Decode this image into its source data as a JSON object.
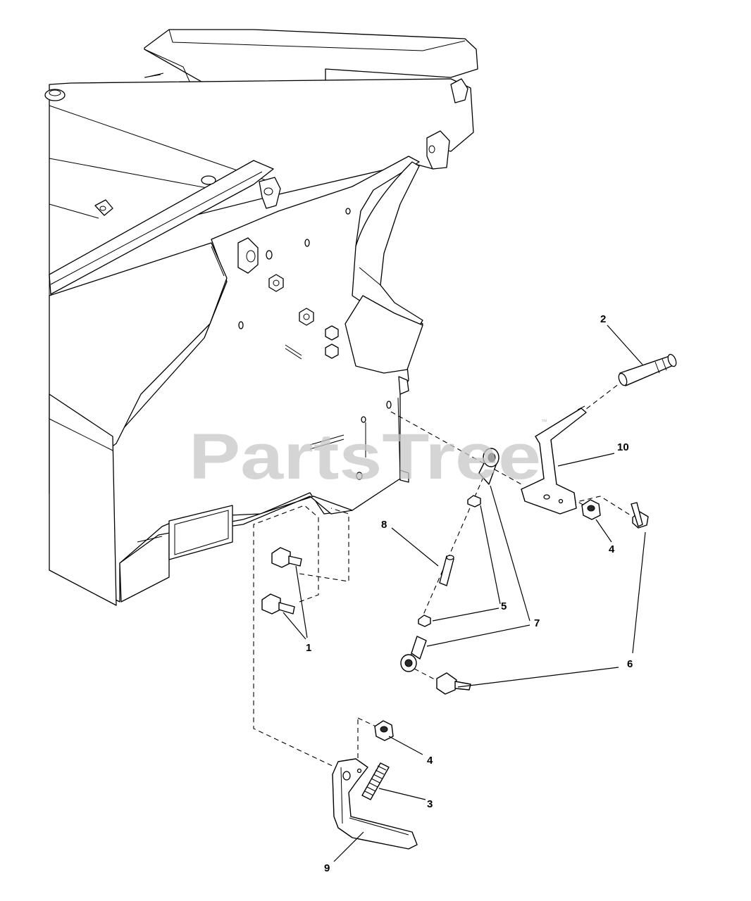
{
  "watermark": {
    "text": "PartsTree",
    "trademark": "™"
  },
  "callouts": {
    "c1": "1",
    "c2": "2",
    "c3": "3",
    "c4a": "4",
    "c4b": "4",
    "c5": "5",
    "c6": "6",
    "c7": "7",
    "c8": "8",
    "c9": "9",
    "c10": "10"
  }
}
